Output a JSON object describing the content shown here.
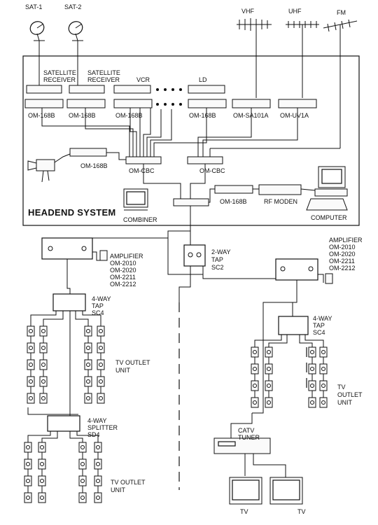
{
  "antennas": {
    "sat1": "SAT-1",
    "sat2": "SAT-2",
    "vhf": "VHF",
    "uhf": "UHF",
    "fm": "FM"
  },
  "headend": {
    "title": "HEADEND SYSTEM",
    "sat_receiver_1": [
      "SATELLITE",
      "RECEIVER"
    ],
    "sat_receiver_2": [
      "SATELLITE",
      "RECEIVER"
    ],
    "vcr": "VCR",
    "ld": "LD",
    "modulators": [
      "OM-168B",
      "OM-168B",
      "OM-168B",
      "OM-168B"
    ],
    "om_sa101a": "OM-SA101A",
    "om_uv1a": "OM-UV1A",
    "camera_mod": "OM-168B",
    "cbc_1": "OM-CBC",
    "cbc_2": "OM-CBC",
    "combiner": "COMBINER",
    "pc_mod": "OM-168B",
    "rf_modem": "RF MODEN",
    "computer": "COMPUTER"
  },
  "left_branch": {
    "amplifier": [
      "AMPLIFIER",
      "OM-2010",
      "OM-2020",
      "OM-2211",
      "OM-2212"
    ],
    "tap": [
      "4-WAY",
      "TAP",
      "SC4"
    ],
    "outlet": [
      "TV OUTLET",
      "UNIT"
    ],
    "splitter": [
      "4-WAY",
      "SPLITTER",
      "SD4"
    ],
    "outlet_2": [
      "TV OUTLET",
      "UNIT"
    ]
  },
  "center": {
    "tap2": [
      "2-WAY",
      "TAP",
      "SC2"
    ],
    "catv": [
      "CATV",
      "TUNER"
    ],
    "tv1": "TV",
    "tv2": "TV"
  },
  "right_branch": {
    "amplifier": [
      "AMPLIFIER",
      "OM-2010",
      "OM-2020",
      "OM-2211",
      "OM-2212"
    ],
    "tap": [
      "4-WAY",
      "TAP",
      "SC4"
    ],
    "outlet": [
      "TV",
      "OUTLET",
      "UNIT"
    ]
  }
}
